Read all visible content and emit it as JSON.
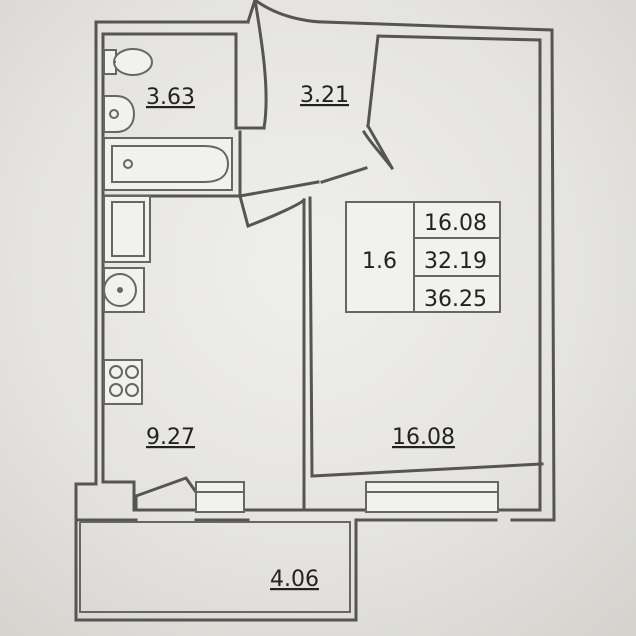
{
  "rooms": {
    "bathroom": "3.63",
    "hall": "3.21",
    "kitchen": "9.27",
    "living_room": "16.08",
    "balcony": "4.06"
  },
  "summary": {
    "rooms_label": "1.6",
    "living_area": "16.08",
    "total_area": "32.19",
    "total_with_balcony": "36.25"
  }
}
